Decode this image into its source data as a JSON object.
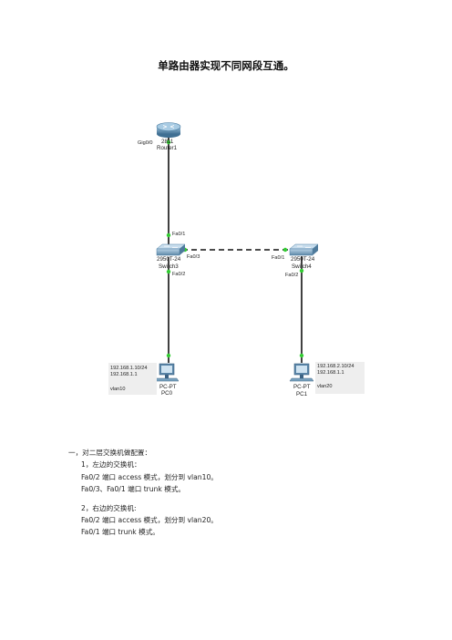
{
  "title": "单路由器实现不同网段互通。",
  "router": {
    "model": "2811",
    "name": "Router1",
    "port": "Gig0/0"
  },
  "switch3": {
    "model": "2950T-24",
    "name": "Switch3",
    "ports": {
      "uplink": "Fa0/1",
      "trunk": "Fa0/3",
      "access": "Fa0/2"
    }
  },
  "switch4": {
    "model": "2950T-24",
    "name": "Switch4",
    "ports": {
      "trunk": "Fa0/1",
      "access": "Fa0/2"
    }
  },
  "pc0": {
    "model": "PC-PT",
    "name": "PC0",
    "ip": "192.168.1.10/24",
    "gateway": "192.168.1.1",
    "vlan": "vlan10"
  },
  "pc1": {
    "model": "PC-PT",
    "name": "PC1",
    "ip": "192.168.2.10/24",
    "gateway": "192.168.1.1",
    "vlan": "vlan20"
  },
  "colors": {
    "link": "#111111",
    "link_up": "#33cc33",
    "router": "#5f8fb0",
    "switch": "#7aa3bf",
    "pc": "#5a86a8"
  },
  "body": {
    "section1": "一，对二层交换机做配置：",
    "left_heading": "1，左边的交换机：",
    "left_line1": "Fa0/2 端口 access 模式，划分到 vlan10。",
    "left_line2": "Fa0/3、Fa0/1 端口 trunk 模式。",
    "right_heading": "2，右边的交换机:",
    "right_line1": "Fa0/2 端口 access 模式，划分到 vlan20。",
    "right_line2": "Fa0/1 端口 trunk 模式。"
  }
}
